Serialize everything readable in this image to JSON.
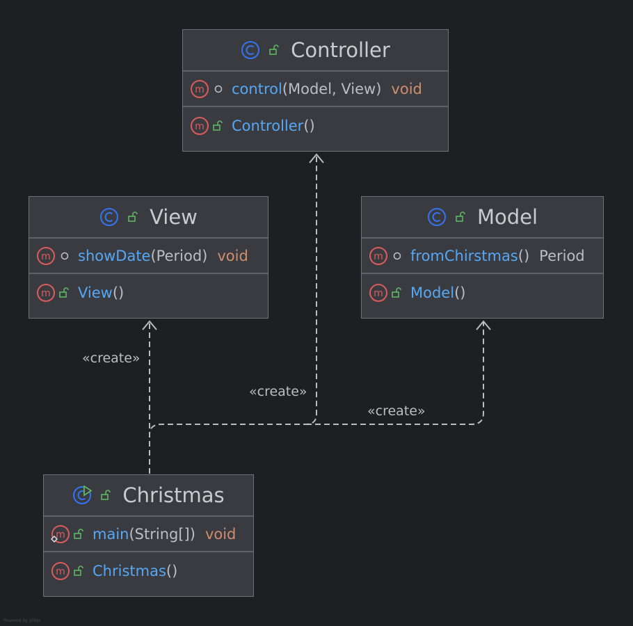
{
  "classes": [
    {
      "name": "Controller",
      "kind": "class",
      "methods": [
        {
          "visibility": "package",
          "name": "control",
          "params": "(Model, View)",
          "return": "void",
          "return_kind": "keyword"
        },
        {
          "visibility": "public",
          "name": "Controller",
          "params": "()",
          "return": "",
          "return_kind": "none"
        }
      ]
    },
    {
      "name": "View",
      "kind": "class",
      "methods": [
        {
          "visibility": "package",
          "name": "showDate",
          "params": "(Period)",
          "return": "void",
          "return_kind": "keyword"
        },
        {
          "visibility": "public",
          "name": "View",
          "params": "()",
          "return": "",
          "return_kind": "none"
        }
      ]
    },
    {
      "name": "Model",
      "kind": "class",
      "methods": [
        {
          "visibility": "package",
          "name": "fromChirstmas",
          "params": "()",
          "return": "Period",
          "return_kind": "class"
        },
        {
          "visibility": "public",
          "name": "Model",
          "params": "()",
          "return": "",
          "return_kind": "none"
        }
      ]
    },
    {
      "name": "Christmas",
      "kind": "runnable-class",
      "methods": [
        {
          "visibility": "public",
          "name": "main",
          "params": "(String[])",
          "return": "void",
          "return_kind": "keyword",
          "static": true
        },
        {
          "visibility": "public",
          "name": "Christmas",
          "params": "()",
          "return": "",
          "return_kind": "none"
        }
      ]
    }
  ],
  "dependencies": [
    {
      "from": "Christmas",
      "to": "View",
      "label": "«create»"
    },
    {
      "from": "Christmas",
      "to": "Controller",
      "label": "«create»"
    },
    {
      "from": "Christmas",
      "to": "Model",
      "label": "«create»"
    }
  ],
  "watermark": "Powered by yFiles",
  "colors": {
    "background": "#1e1f22",
    "box": "#393b40",
    "method_name": "#56a8f5",
    "keyword": "#cf8e6d",
    "class_icon": "#3574f0",
    "method_icon": "#db5c5c",
    "public_lock": "#5fb865",
    "edge": "#bcbec4"
  }
}
